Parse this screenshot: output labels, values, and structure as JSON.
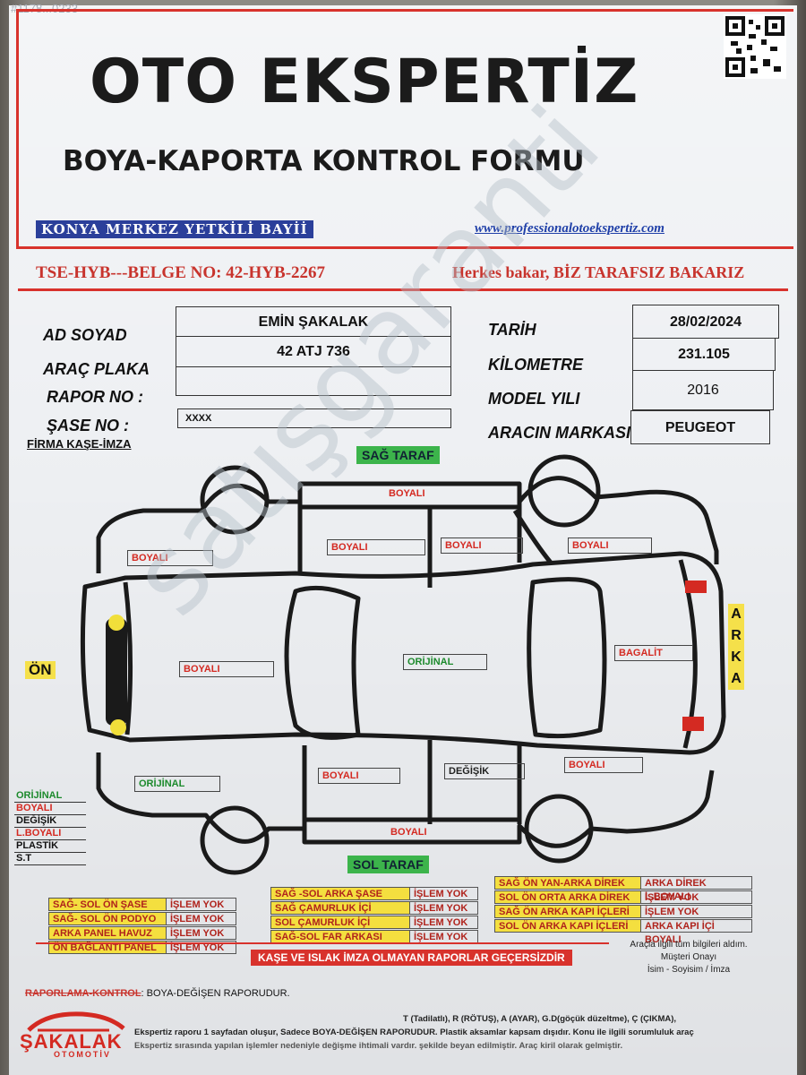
{
  "corner_code": "#1178...0233",
  "header": {
    "title": "OTO EKSPERTİZ",
    "subtitle": "BOYA-KAPORTA KONTROL FORMU",
    "dealer": "KONYA MERKEZ YETKİLİ BAYİİ",
    "website": "www.professionalotoekspertiz.com",
    "doc_no": "TSE-HYB---BELGE NO: 42-HYB-2267",
    "slogan": "Herkes bakar, BİZ TARAFSIZ BAKARIZ"
  },
  "fields": {
    "ad_soyad_label": "AD SOYAD",
    "ad_soyad_value": "EMİN ŞAKALAK",
    "plaka_label": "ARAÇ PLAKA",
    "plaka_value": "42 ATJ 736",
    "rapor_label": "RAPOR NO  :",
    "rapor_value": "",
    "sase_label": "ŞASE   NO  :",
    "sase_value": "XXXX",
    "firma": "FİRMA KAŞE-İMZA",
    "tarih_label": "TARİH",
    "tarih_value": "28/02/2024",
    "km_label": "KİLOMETRE",
    "km_value": "231.105",
    "model_label": "MODEL YILI",
    "model_value": "2016",
    "marka_label": "ARACIN MARKASI",
    "marka_value": "PEUGEOT"
  },
  "diagram": {
    "sag_taraf": "SAĞ TARAF",
    "sol_taraf": "SOL   TARAF",
    "on": "ÖN",
    "arka": [
      "A",
      "R",
      "K",
      "A"
    ],
    "parts": {
      "sag_ust": "BOYALI",
      "sag_on_camurluk": "BOYALI",
      "sag_on_kapi": "BOYALI",
      "sag_arka_kapi": "BOYALI",
      "sag_arka_camurluk": "BOYALI",
      "kaput": "BOYALI",
      "tavan": "ORİJİNAL",
      "bagaj": "BAGALİT",
      "sol_on_camurluk": "ORİJİNAL",
      "sol_on_kapi": "BOYALI",
      "sol_arka_kapi": "DEĞİŞİK",
      "sol_arka_camurluk": "BOYALI",
      "sol_alt": "BOYALI"
    }
  },
  "legend": [
    "ORİJİNAL",
    "BOYALI",
    "DEĞİŞİK",
    "L.BOYALI",
    "PLASTİK",
    "S.T"
  ],
  "checks": {
    "col1": [
      {
        "k": "SAĞ- SOL ÖN ŞASE",
        "v": "İŞLEM YOK"
      },
      {
        "k": "SAĞ- SOL ÖN PODYO",
        "v": "İŞLEM YOK"
      },
      {
        "k": "ARKA PANEL HAVUZ",
        "v": "İŞLEM YOK"
      },
      {
        "k": "ÖN BAĞLANTI PANEL",
        "v": "İŞLEM YOK"
      }
    ],
    "col2": [
      {
        "k": "SAĞ -SOL ARKA ŞASE",
        "v": "İŞLEM YOK"
      },
      {
        "k": "SAĞ ÇAMURLUK İÇİ",
        "v": "İŞLEM YOK"
      },
      {
        "k": "SOL ÇAMURLUK İÇİ",
        "v": "İŞLEM YOK"
      },
      {
        "k": "SAĞ-SOL FAR ARKASI",
        "v": "İŞLEM YOK"
      }
    ],
    "col3": [
      {
        "k": "SAĞ ÖN YAN-ARKA DİREK",
        "v": "ARKA DİREK L.BOYALI"
      },
      {
        "k": "SOL ÖN ORTA ARKA DİREK",
        "v": "İŞLEM YOK"
      },
      {
        "k": "SAĞ ÖN ARKA KAPI İÇLERİ",
        "v": "İŞLEM YOK"
      },
      {
        "k": "SOL ÖN ARKA KAPI İÇLERİ",
        "v": "ARKA KAPI İÇİ BOYALI"
      }
    ]
  },
  "footer": {
    "warning": "KAŞE VE ISLAK  İMZA OLMAYAN RAPORLAR GEÇERSİZDİR",
    "consent_1": "Araçla ilgili tüm bilgileri aldım.",
    "consent_2": "Müşteri Onayı",
    "consent_3": "İsim - Soyisim / İmza",
    "rk_label": "RAPORLAMA-KONTROL",
    "rk_text": ": BOYA-DEĞİŞEN RAPORUDUR.",
    "fine_1": "T (Tadilatlı), R (RÖTUŞ), A (AYAR), G.D(göçük düzeltme), Ç (ÇIKMA),",
    "fine_2": "Ekspertiz raporu 1 sayfadan oluşur, Sadece BOYA-DEĞİŞEN RAPORUDUR. Plastik aksamlar kapsam dışıdır. Konu ile ilgili sorumluluk araç",
    "fine_3": "Ekspertiz sırasında yapılan işlemler nedeniyle değişme ihtimali vardır. şekilde beyan edilmiştir. Araç kiril olarak gelmiştir."
  },
  "logo": {
    "name": "ŞAKALAK",
    "sub": "OTOMOTİV"
  },
  "watermark": "satışgaranti",
  "colors": {
    "red": "#d8322c",
    "blue": "#2b3f9a",
    "green": "#3cb44b",
    "yellow": "#f4df3f"
  }
}
